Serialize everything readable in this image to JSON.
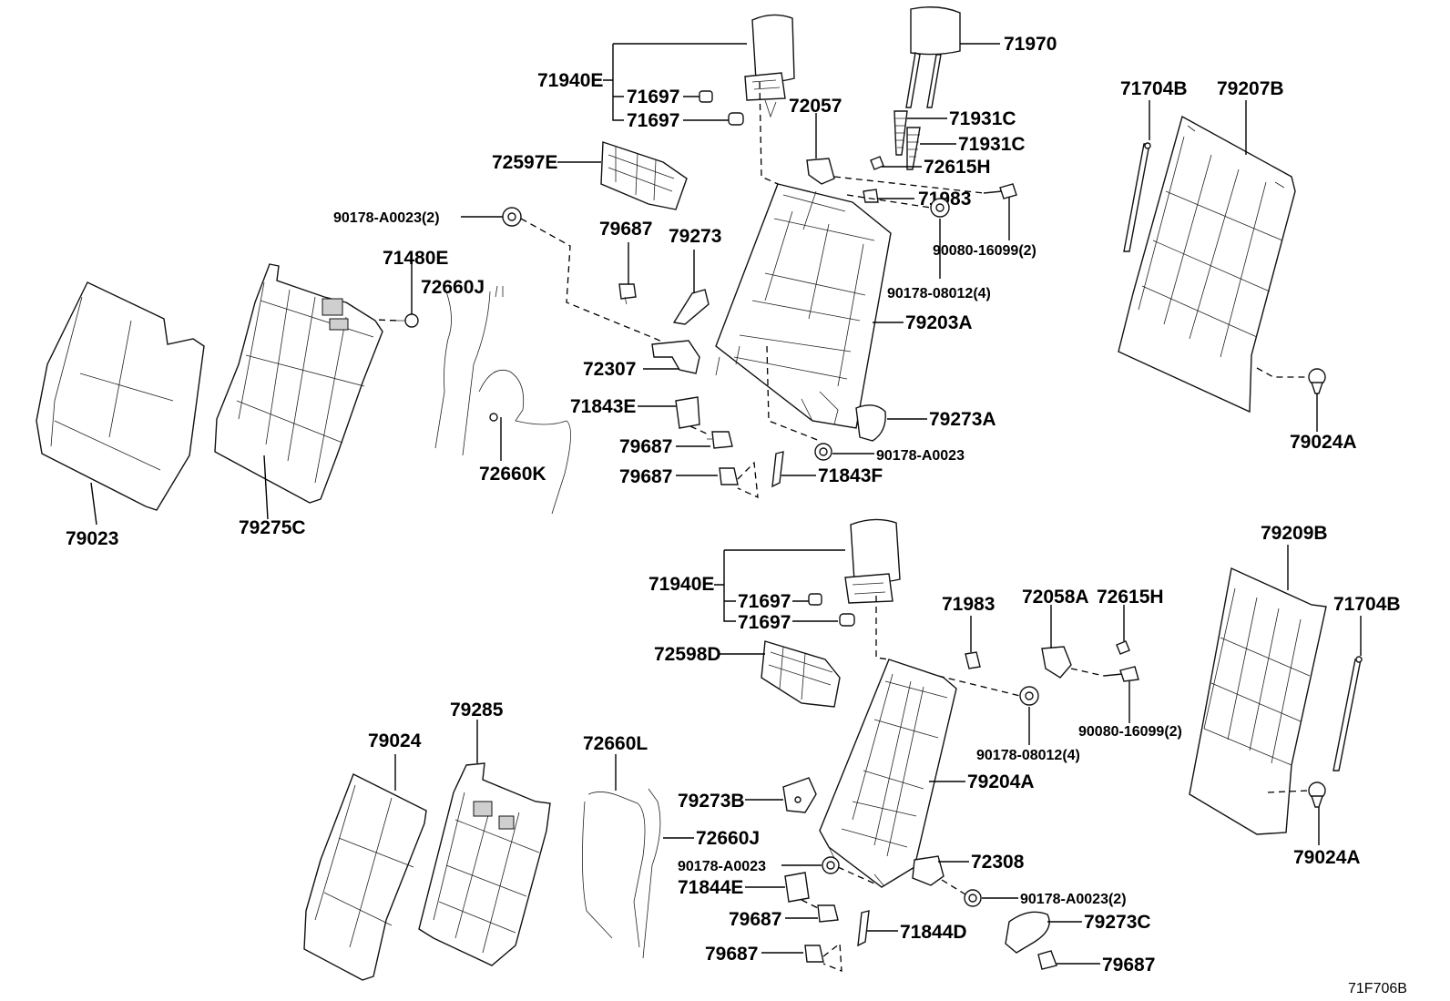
{
  "diagram": {
    "code": "71F706B",
    "upper_assembly": {
      "labels": {
        "headrest_sub": "71940E",
        "guide_1": "71697",
        "guide_2": "71697",
        "headrest_center": "71970",
        "support_1": "71931C",
        "support_2": "71931C",
        "clip_h": "72615H",
        "lock": "72057",
        "cover_e": "72597E",
        "nut_left": "90178-A0023(2)",
        "fastener_top": "71983",
        "bolt": "90080-16099(2)",
        "nut_4": "90178-08012(4)",
        "clip_79687_a": "79687",
        "cover_79273": "79273",
        "frame": "79203A",
        "pad_71480e": "71480E",
        "cable_j": "72660J",
        "cable_k": "72660K",
        "hinge_72307": "72307",
        "cover_71843e": "71843E",
        "clip_79687_b": "79687",
        "clip_79687_c": "79687",
        "cap_79273a": "79273A",
        "nut_a0023": "90178-A0023",
        "cover_71843f": "71843F",
        "seat_cover": "79023",
        "back_board": "79275C",
        "strip_71704b": "71704B",
        "board_79207b": "79207B",
        "clip_79024a": "79024A"
      }
    },
    "lower_assembly": {
      "labels": {
        "headrest_sub": "71940E",
        "guide_1": "71697",
        "guide_2": "71697",
        "fastener": "71983",
        "lock": "72058A",
        "clip_h": "72615H",
        "cover_d": "72598D",
        "bolt": "90080-16099(2)",
        "nut_4": "90178-08012(4)",
        "seat_cover": "79024",
        "back_board": "79285",
        "cable_l": "72660L",
        "cover_79273b": "79273B",
        "cable_j": "72660J",
        "frame": "79204A",
        "nut_a0023": "90178-A0023",
        "hinge_72308": "72308",
        "cover_71844e": "71844E",
        "nut_a0023_2": "90178-A0023(2)",
        "clip_79687_a": "79687",
        "cover_71844d": "71844D",
        "cap_79273c": "79273C",
        "clip_79687_b": "79687",
        "clip_79687_c": "79687",
        "board_79209b": "79209B",
        "strip_71704b": "71704B",
        "clip_79024a": "79024A"
      }
    }
  }
}
